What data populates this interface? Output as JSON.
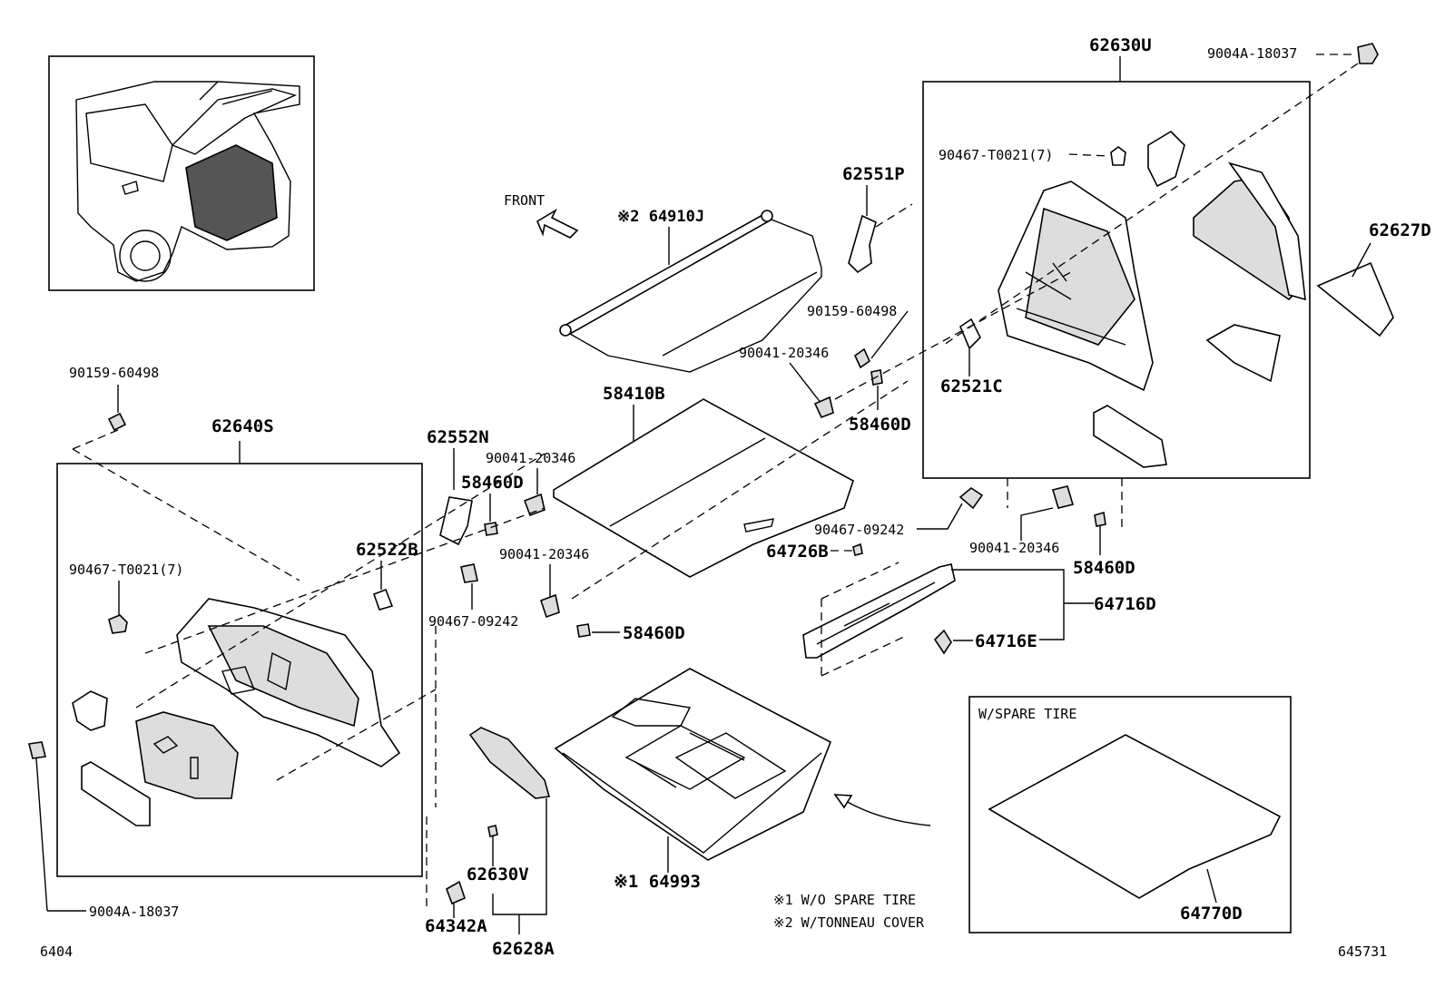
{
  "labels": {
    "p62630U": "62630U",
    "p9004A_top": "9004A-18037",
    "p90467_T0021_top": "90467-T0021(7)",
    "p62551P": "62551P",
    "p62627D": "62627D",
    "front": "FRONT",
    "p64910J": "※2 64910J",
    "p90159_right": "90159-60498",
    "p90041_mid": "90041-20346",
    "p62521C": "62521C",
    "p58410B": "58410B",
    "p58460D_mid": "58460D",
    "p90159_left": "90159-60498",
    "p62640S": "62640S",
    "p62552N": "62552N",
    "p90041_left": "90041-20346",
    "p58460D_left": "58460D",
    "p62522B": "62522B",
    "p90467_T0021_left": "90467-T0021(7)",
    "p90467_09242_left": "90467-09242",
    "p90041_low": "90041-20346",
    "p58460D_low": "58460D",
    "p90467_09242_right": "90467-09242",
    "p90041_right": "90041-20346",
    "p58460D_right": "58460D",
    "p64726B": "64726B",
    "p64716D": "64716D",
    "p64716E": "64716E",
    "p62630V": "62630V",
    "p64342A": "64342A",
    "p62628A": "62628A",
    "p64993": "※1 64993",
    "p9004A_bottom": "9004A-18037",
    "w_spare_tire": "W/SPARE TIRE",
    "p64770D": "64770D",
    "note1": "※1 W/O SPARE TIRE",
    "note2": "※2 W/TONNEAU COVER",
    "code_left": "6404",
    "code_right": "645731"
  }
}
